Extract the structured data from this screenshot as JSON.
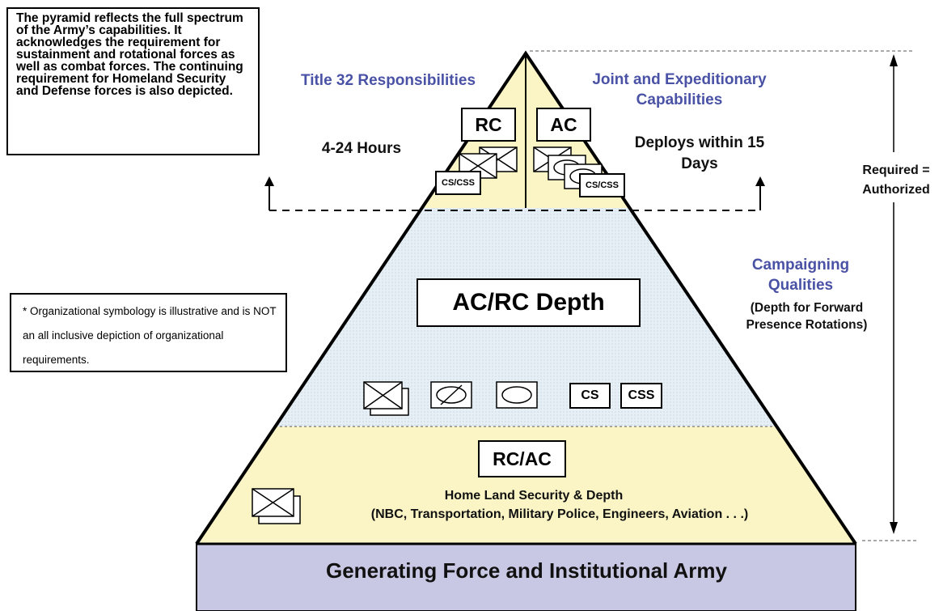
{
  "note": "The pyramid reflects the full spectrum of the Army’s capabilities.  It acknowledges the requirement for sustainment and rotational forces as well as combat forces.  The continuing requirement for Homeland Security and Defense forces is also depicted.",
  "symbology_note": "* Organizational symbology is illustrative and is NOT an all inclusive depiction of organizational requirements.",
  "top_left": {
    "title": "Title 32 Responsibilities",
    "tag": "RC",
    "time": "4-24 Hours",
    "unit_label": "CS/CSS"
  },
  "top_right": {
    "title": "Joint and Expeditionary Capabilities",
    "tag": "AC",
    "time": "Deploys within 15 Days",
    "unit_label": "CS/CSS"
  },
  "middle": {
    "tag": "AC/RC Depth",
    "unit_cs": "CS",
    "unit_css": "CSS"
  },
  "right_side": {
    "required": "Required = Authorized",
    "campaigning_title": "Campaigning Qualities",
    "campaigning_sub": "(Depth for Forward Presence Rotations)"
  },
  "lower": {
    "tag": "RC/AC",
    "line1": "Home Land Security & Depth",
    "line2": "(NBC, Transportation, Military Police, Engineers, Aviation . . .)"
  },
  "base": {
    "label": "Generating Force and Institutional Army"
  },
  "colors": {
    "tan": "#fbf5c6",
    "blue_band": "#e6eff5",
    "base": "#c9c8e4",
    "title_blue": "#4a52a6"
  }
}
